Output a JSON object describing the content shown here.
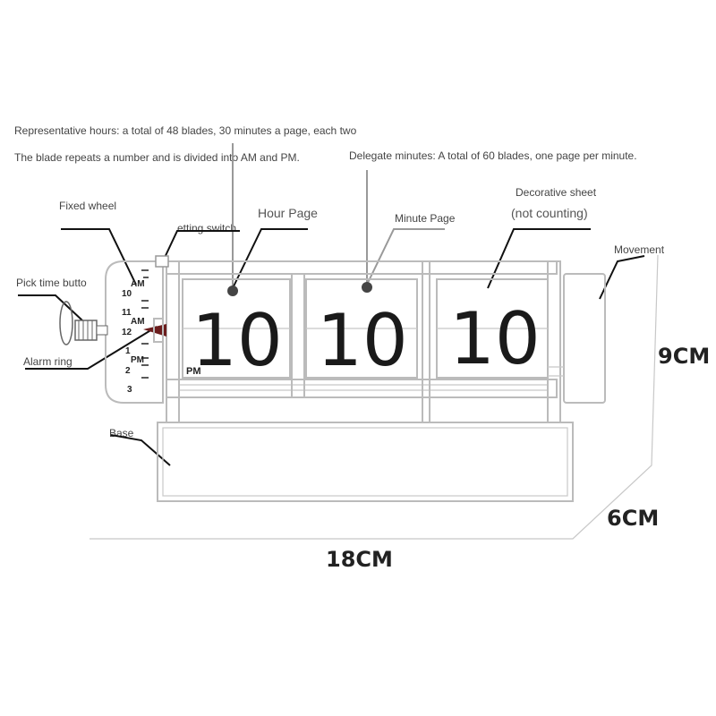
{
  "annotations": {
    "hours_line1": "Representative hours: a total of 48 blades, 30 minutes a page, each two",
    "hours_line2": "The blade repeats a number and is divided into AM and PM.",
    "minutes_desc": "Delegate minutes: A total of 60 blades, one page per minute.",
    "decorative_sheet": "Decorative sheet",
    "not_counting": "(not counting)",
    "hour_page": "Hour Page",
    "minute_page": "Minute Page",
    "fixed_wheel": "Fixed wheel",
    "setting_switch": "etting switch",
    "pick_time_button": "Pick time butto",
    "alarm_ring": "Alarm ring",
    "movement": "Movement",
    "base": "Base"
  },
  "flaps": {
    "hour": "10",
    "minute": "10",
    "decorative": "10",
    "pm_badge": "PM"
  },
  "scale": {
    "am1": "AM",
    "n10": "10",
    "n11": "11",
    "am2": "AM",
    "n12": "12",
    "n1": "1",
    "pm": "PM",
    "n2": "2",
    "n3": "3"
  },
  "dimensions": {
    "height": "9CM",
    "depth": "6CM",
    "width": "18CM"
  },
  "colors": {
    "line": "#111111",
    "frame": "#bbbbbb",
    "text": "#444444"
  }
}
